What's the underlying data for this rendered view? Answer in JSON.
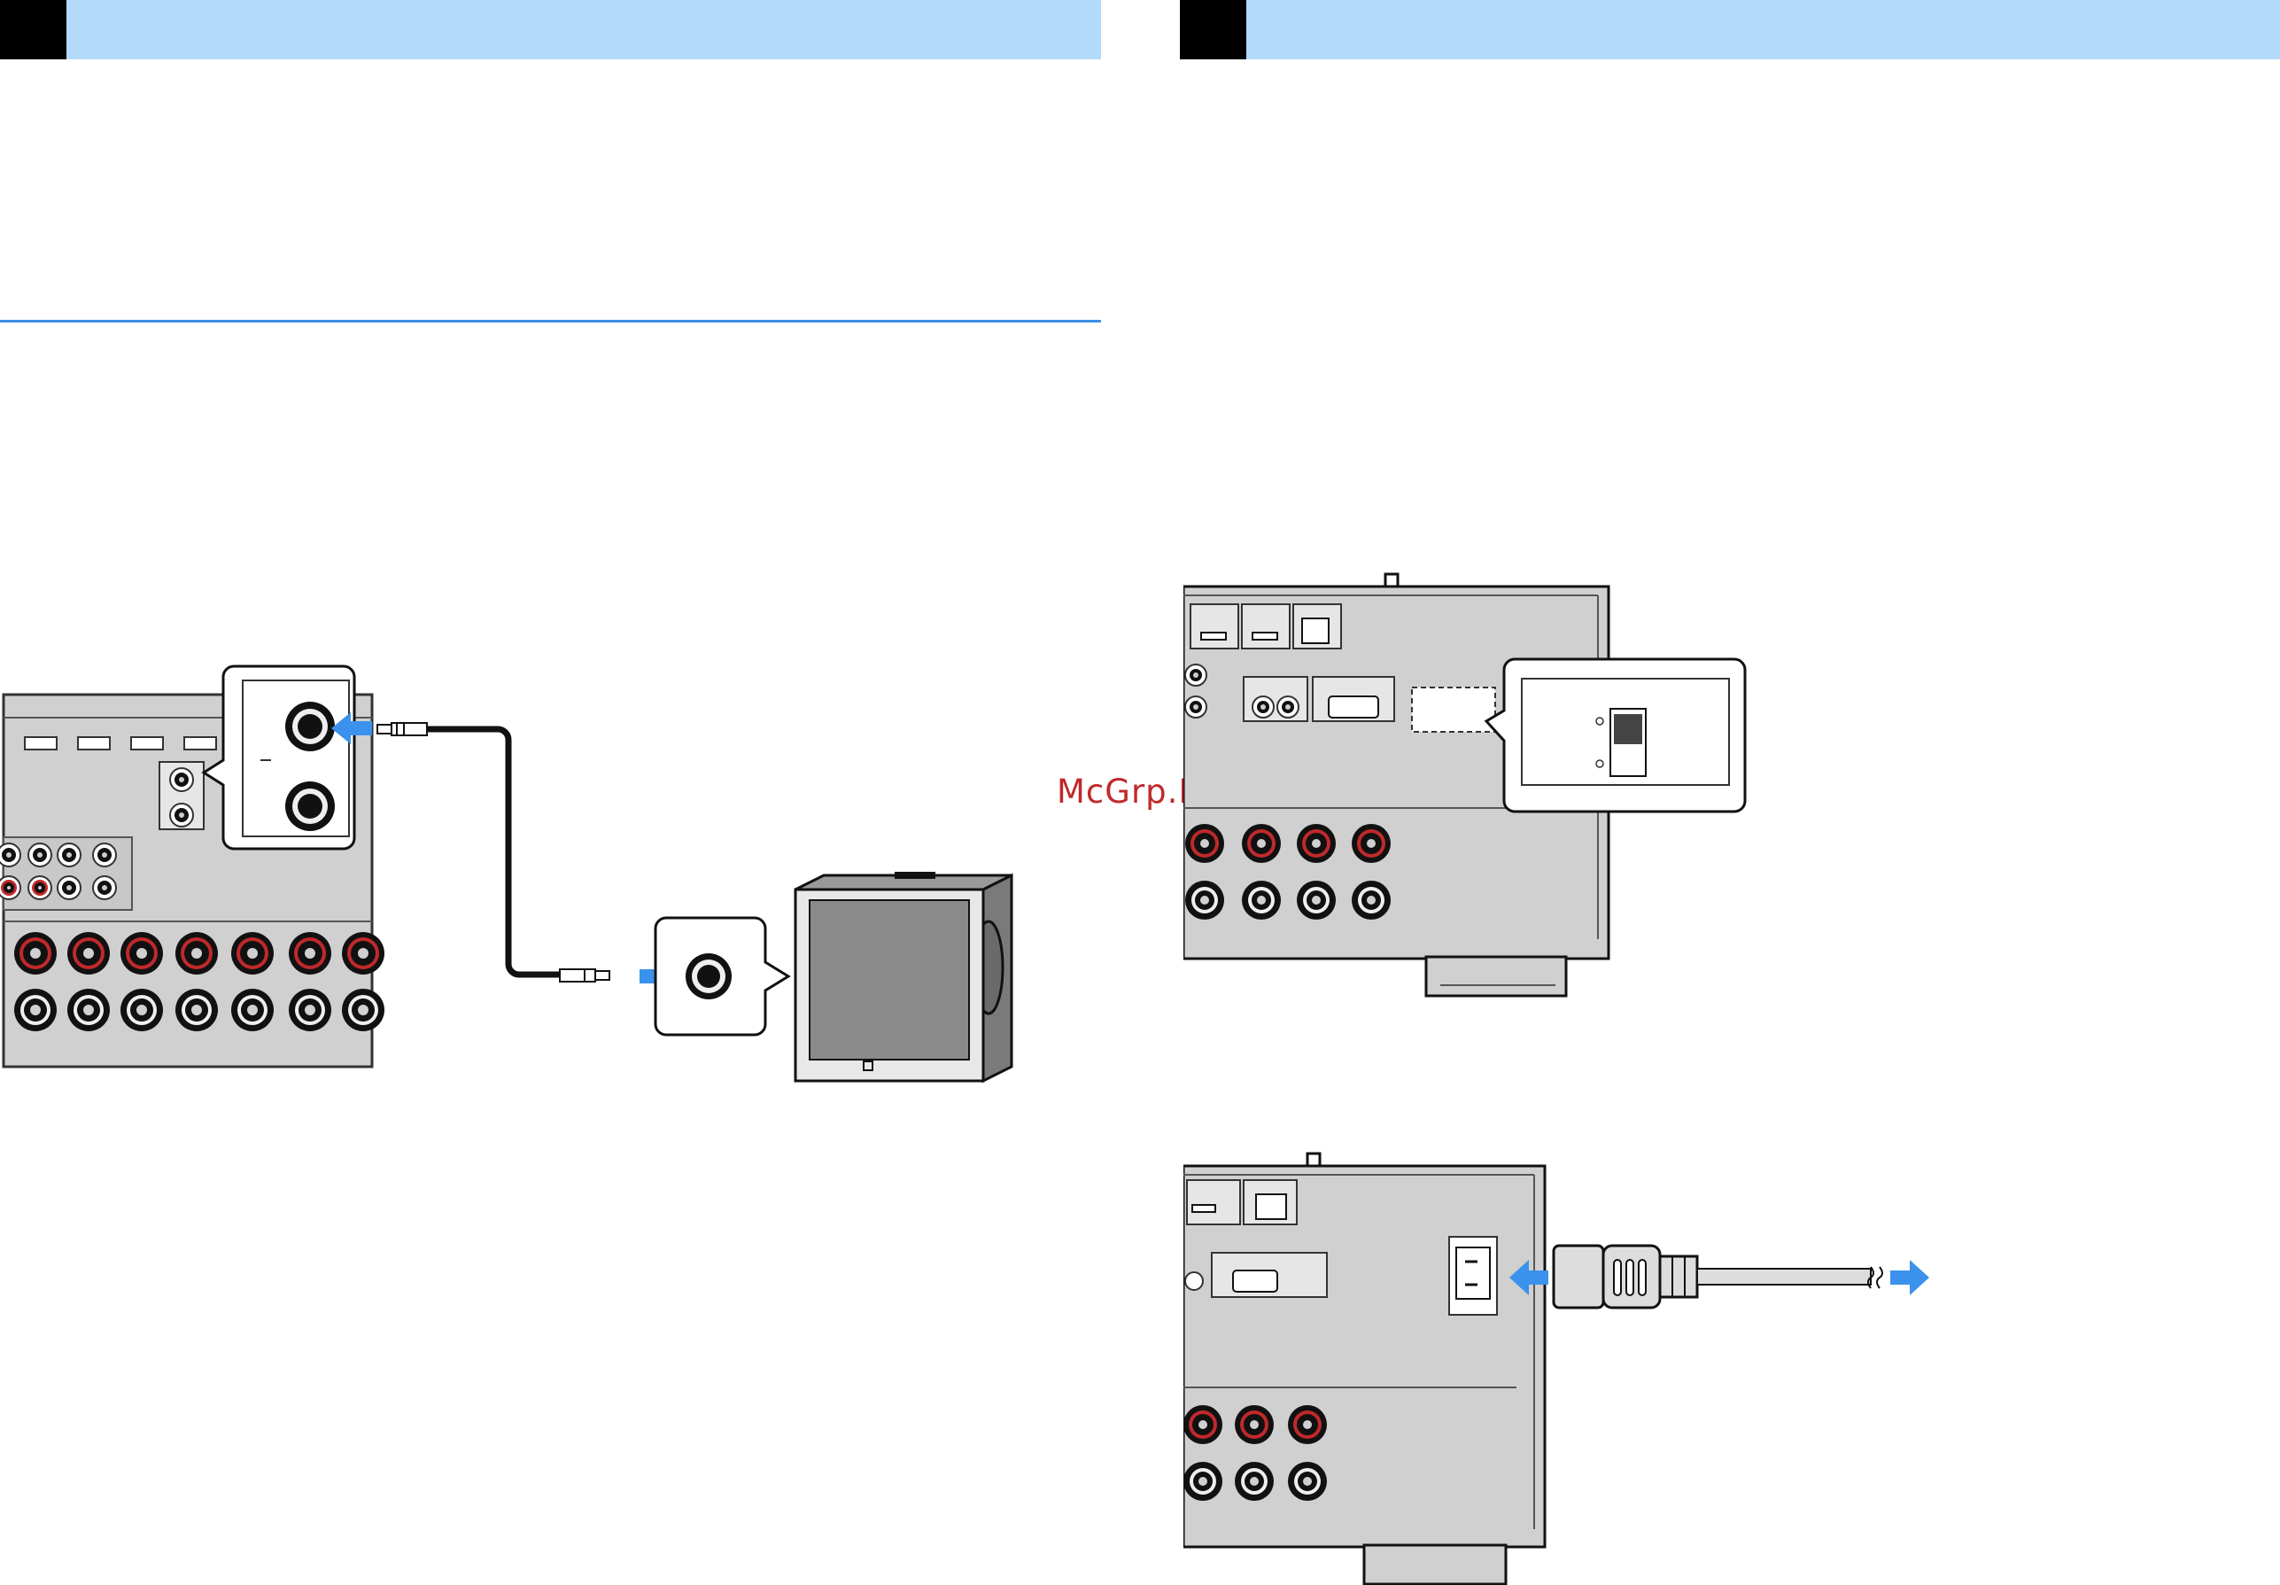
{
  "watermark": "McGrp.Ru",
  "colors": {
    "header_bar": "#b3d9fb",
    "header_block": "#000000",
    "section_rule": "#3a8ee6",
    "arrow": "#3a92ec",
    "panel_fill": "#d0d0d0",
    "jack_ring": "#c0292b",
    "watermark": "#c0292b"
  },
  "illustrations": [
    {
      "name": "subwoofer-connection",
      "elements": [
        "receiver-rear-panel",
        "subwoofer-pre-out-callout",
        "mono-pin-cable",
        "subwoofer-input-callout",
        "subwoofer"
      ]
    },
    {
      "name": "voltage-selector",
      "elements": [
        "receiver-rear-panel",
        "voltage-selector-callout"
      ]
    },
    {
      "name": "power-cord-connection",
      "elements": [
        "receiver-rear-panel",
        "ac-inlet",
        "power-plug",
        "power-cord"
      ]
    }
  ]
}
